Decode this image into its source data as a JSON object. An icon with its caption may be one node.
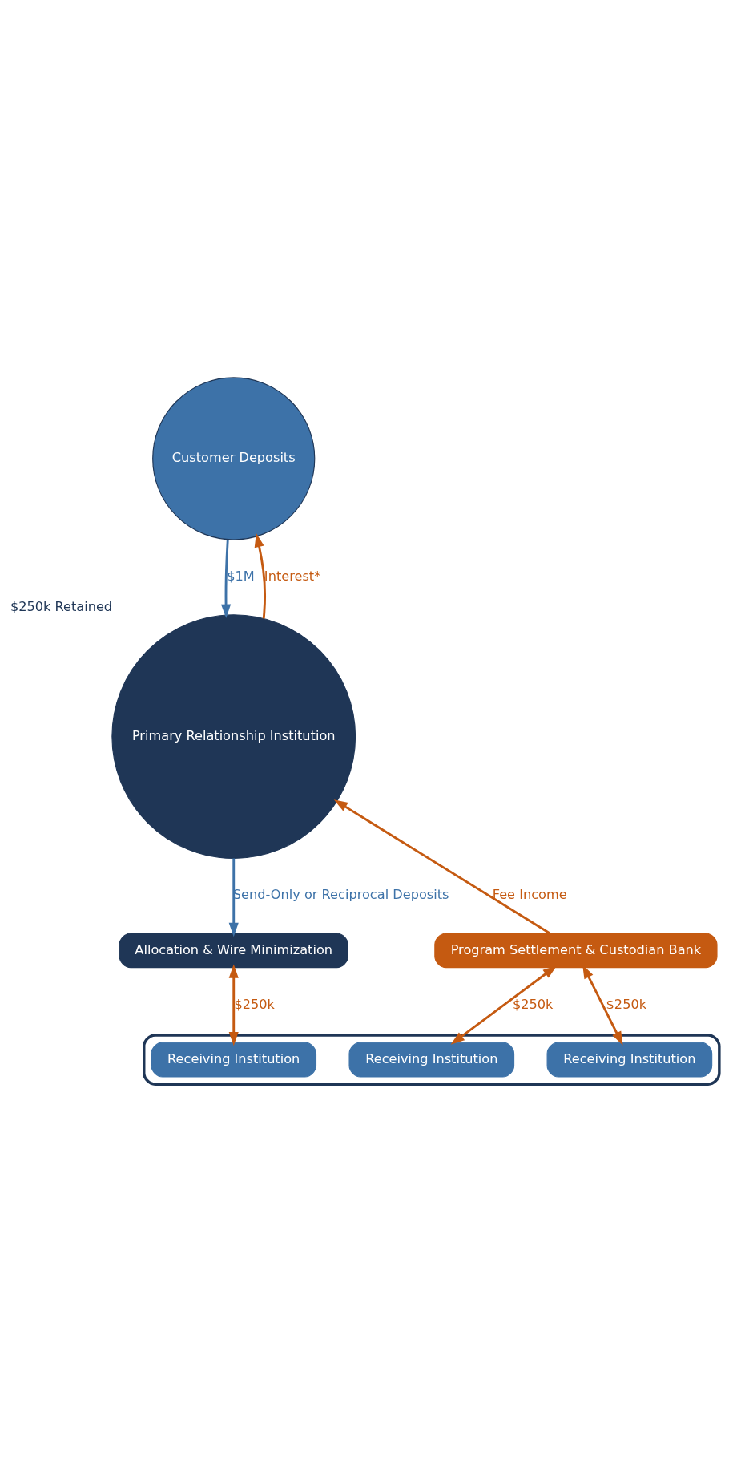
{
  "diagram": {
    "nodes": [
      {
        "text": [
          "Customer Deposits"
        ]
      },
      {
        "text": [
          "Primary Relationship Institution"
        ],
        "beside": [
          "$250k Retained"
        ]
      },
      {
        "text": [
          "Program Settlement & Custodian Bank"
        ]
      },
      {
        "text": [
          "Allocation & Wire Minimization"
        ]
      },
      {
        "text": [],
        "shape": "box"
      },
      {
        "text": [
          "Receiving Institution"
        ],
        "in": 4
      },
      {
        "text": [
          "Receiving Institution"
        ],
        "in": 4
      },
      {
        "text": [
          "Receiving Institution"
        ],
        "in": 4
      }
    ],
    "edges": [
      {
        "from": 1,
        "to": 0,
        "arrow": "to",
        "label": "Interest*"
      },
      {
        "from": 0,
        "to": 1,
        "arrow": "to",
        "label": "$1M",
        "color": "#3d72a8"
      },
      {
        "from": 2,
        "to": 1,
        "arrow": "to",
        "label": "Fee Income"
      },
      {
        "from": 1,
        "to": 3,
        "arrow": "to",
        "label": "Send-Only or Reciprocal Deposits",
        "color": "#3d72a8"
      },
      {
        "from": 2,
        "to": 5,
        "arrow": "both",
        "label": "$250k"
      },
      {
        "from": 2,
        "to": 6,
        "arrow": "both",
        "label": "$250k"
      },
      {
        "from": 3,
        "to": 7,
        "arrow": "both",
        "label": "$250k"
      }
    ]
  }
}
